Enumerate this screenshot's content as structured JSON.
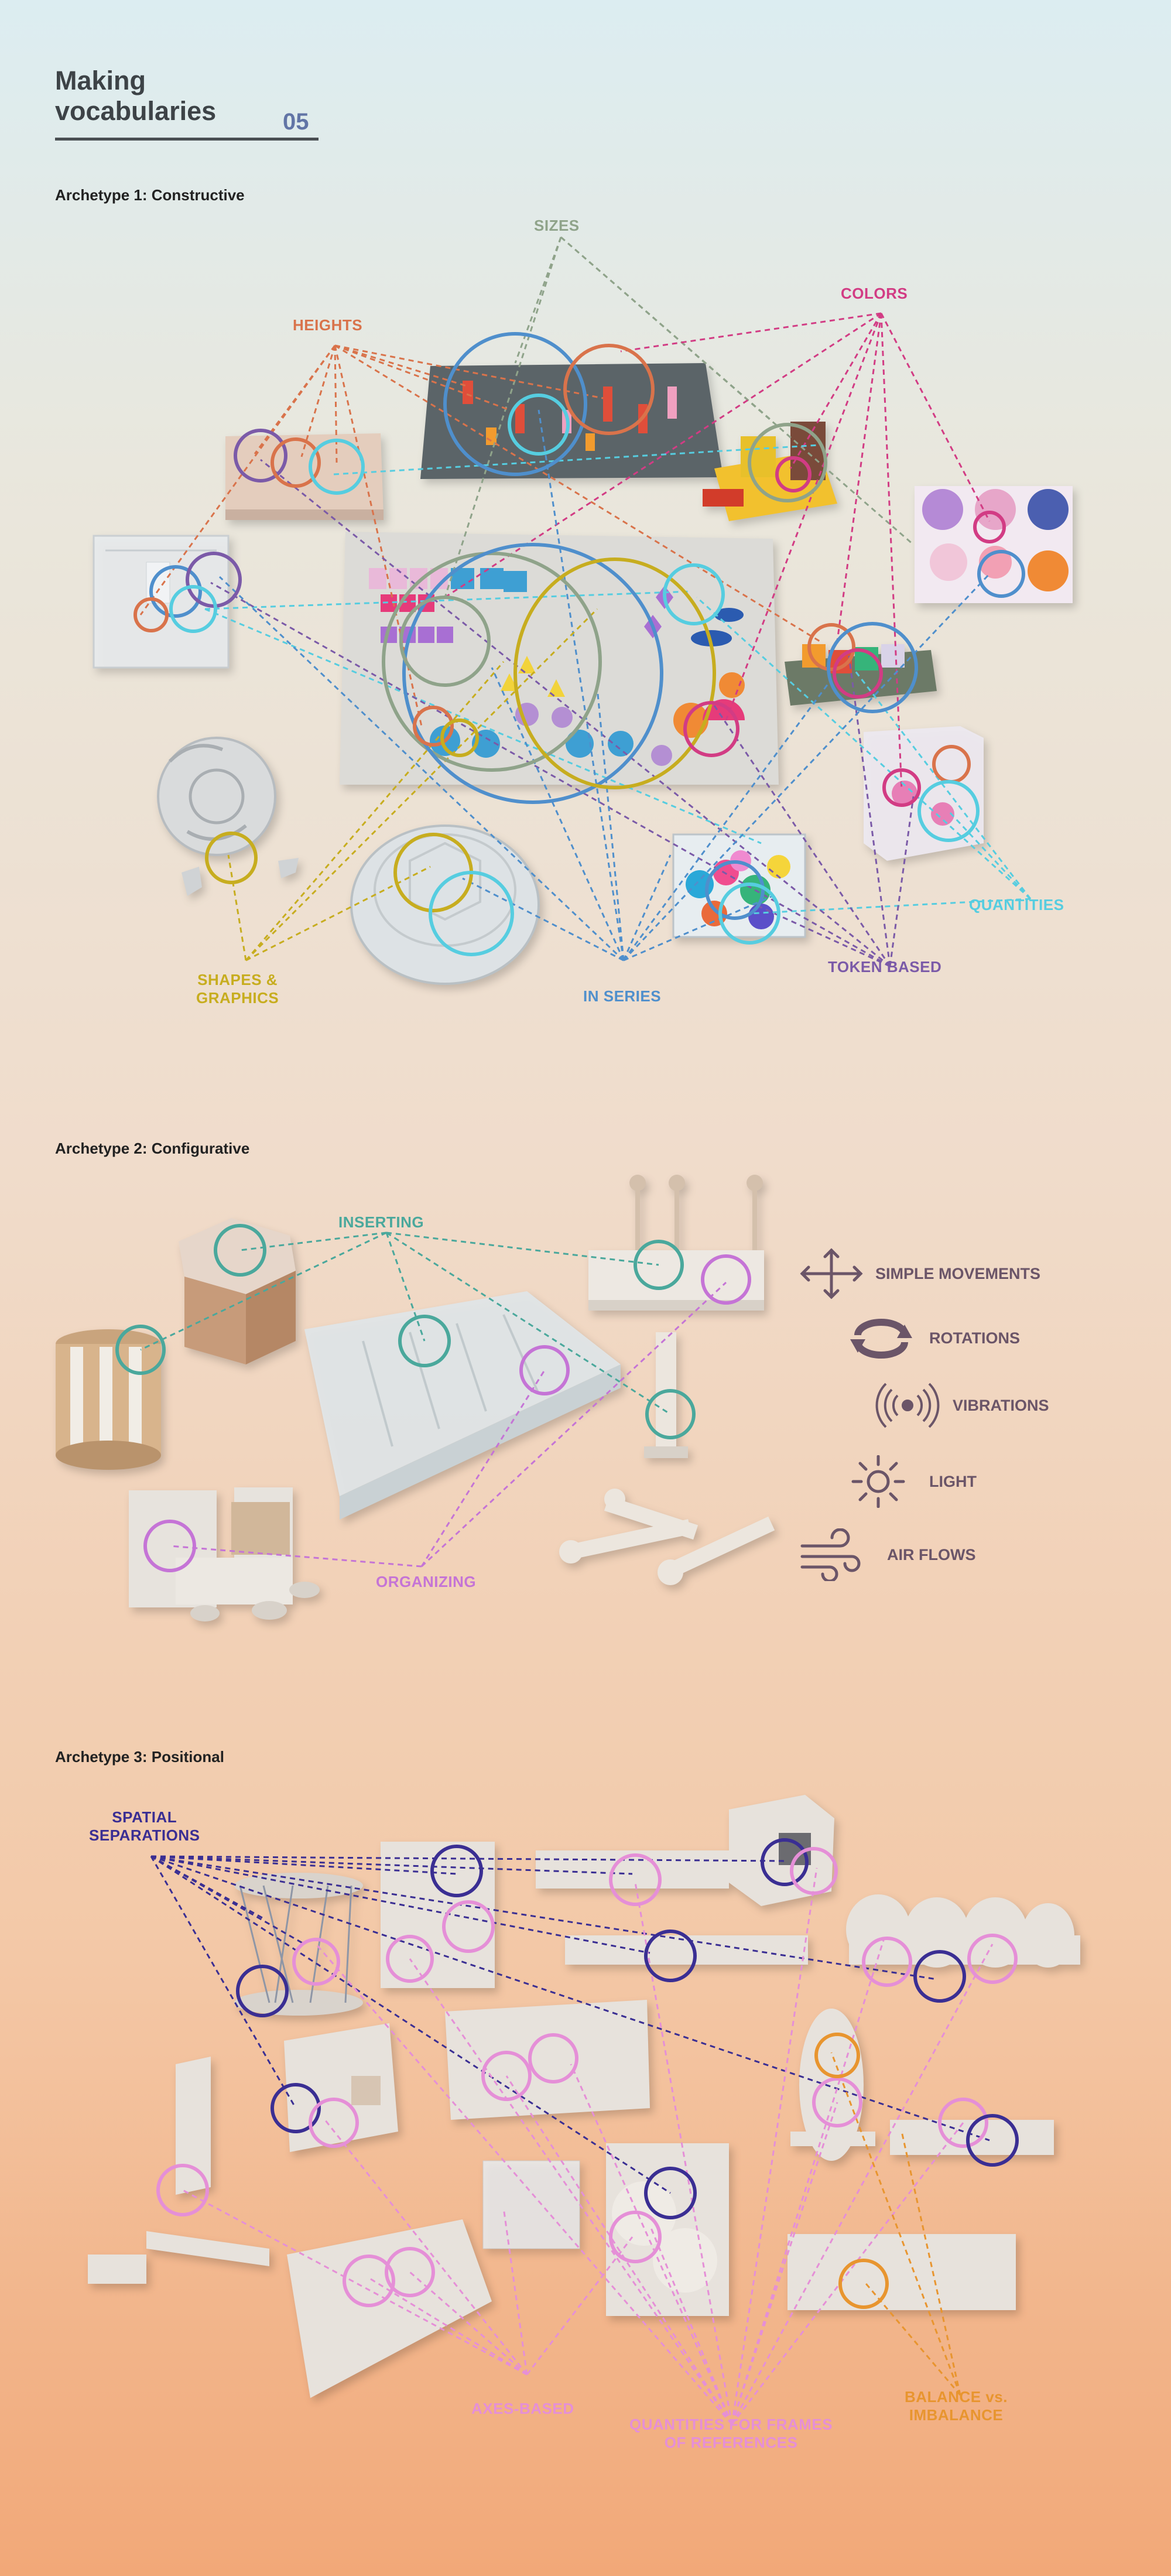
{
  "title": {
    "line1": "Making",
    "line2": "vocabularies",
    "number": "05"
  },
  "colors": {
    "heights": "#d9734b",
    "sizes": "#8fa38a",
    "colors": "#d23c84",
    "quantities": "#56cde0",
    "token_based": "#7b5aa8",
    "in_series": "#4f8fcc",
    "shapes": "#c7ad1f",
    "inserting": "#4aa89c",
    "organizing": "#c574d6",
    "legend": "#6b5568",
    "spatial": "#3a2e93",
    "axes": "#e58fd7",
    "frames": "#e58fd7",
    "balance": "#e8952f"
  },
  "archetype1": {
    "heading": "Archetype 1: Constructive",
    "labels": {
      "sizes": "SIZES",
      "heights": "HEIGHTS",
      "colors": "COLORS",
      "quantities": "QUANTITIES",
      "token_based": "TOKEN BASED",
      "in_series": "IN SERIES",
      "shapes_line1": "SHAPES &",
      "shapes_line2": "GRAPHICS"
    }
  },
  "archetype2": {
    "heading": "Archetype 2: Configurative",
    "labels": {
      "inserting": "INSERTING",
      "organizing": "ORGANIZING"
    },
    "legend": [
      {
        "icon": "move-arrows-icon",
        "label": "SIMPLE MOVEMENTS"
      },
      {
        "icon": "rotation-icon",
        "label": "ROTATIONS"
      },
      {
        "icon": "vibration-icon",
        "label": "VIBRATIONS"
      },
      {
        "icon": "sun-icon",
        "label": "LIGHT"
      },
      {
        "icon": "wind-icon",
        "label": "AIR FLOWS"
      }
    ]
  },
  "archetype3": {
    "heading": "Archetype 3: Positional",
    "labels": {
      "spatial_line1": "SPATIAL",
      "spatial_line2": "SEPARATIONS",
      "axes": "AXES-BASED",
      "frames_line1": "QUANTITIES FOR FRAMES",
      "frames_line2": "OF REFERENCES",
      "balance_line1": "BALANCE vs.",
      "balance_line2": "IMBALANCE"
    }
  }
}
